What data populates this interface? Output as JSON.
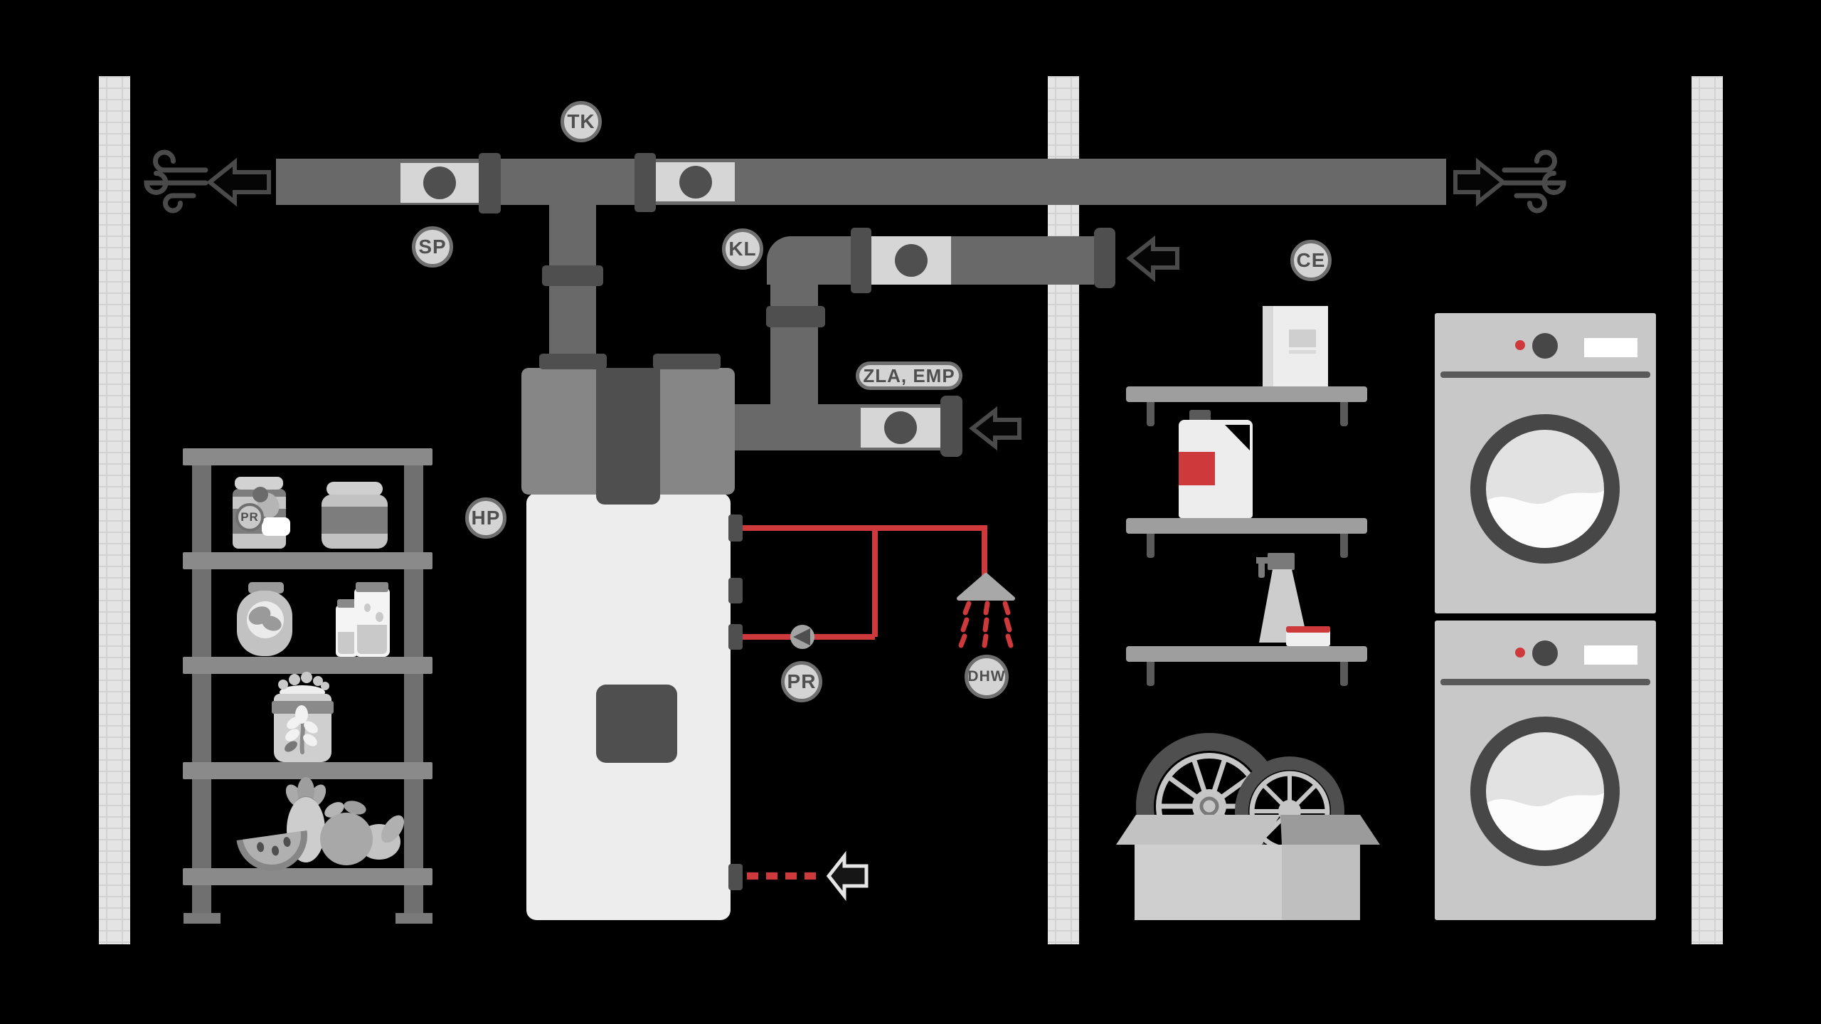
{
  "colors": {
    "bg": "#000000",
    "wall": "#e4e4e4",
    "wall_mortar": "#d2d2d2",
    "duct": "#696969",
    "fitting": "#4f4f4f",
    "damper_box": "#d6d6d6",
    "tag_fill": "#d4d4d4",
    "tag_border": "#6f6f6f",
    "tag_text": "#4f4f4f",
    "accent_red": "#ce393c",
    "unit_top": "#868686",
    "unit_body": "#ededed",
    "appliance": "#c8c8c8",
    "appliance_dark": "#474747",
    "rack_board": "#8a8a8a",
    "rack_post": "#707070",
    "shelf_board": "#9e9e9e",
    "stroke_icon": "#4a4a4a"
  },
  "tags": {
    "tk": "TK",
    "sp": "SP",
    "kl": "KL",
    "ce": "CE",
    "hp": "HP",
    "pr_pump": "PR",
    "dhw": "DHW",
    "zla_emp": "ZLA, EMP",
    "jar_badge": "PR"
  }
}
